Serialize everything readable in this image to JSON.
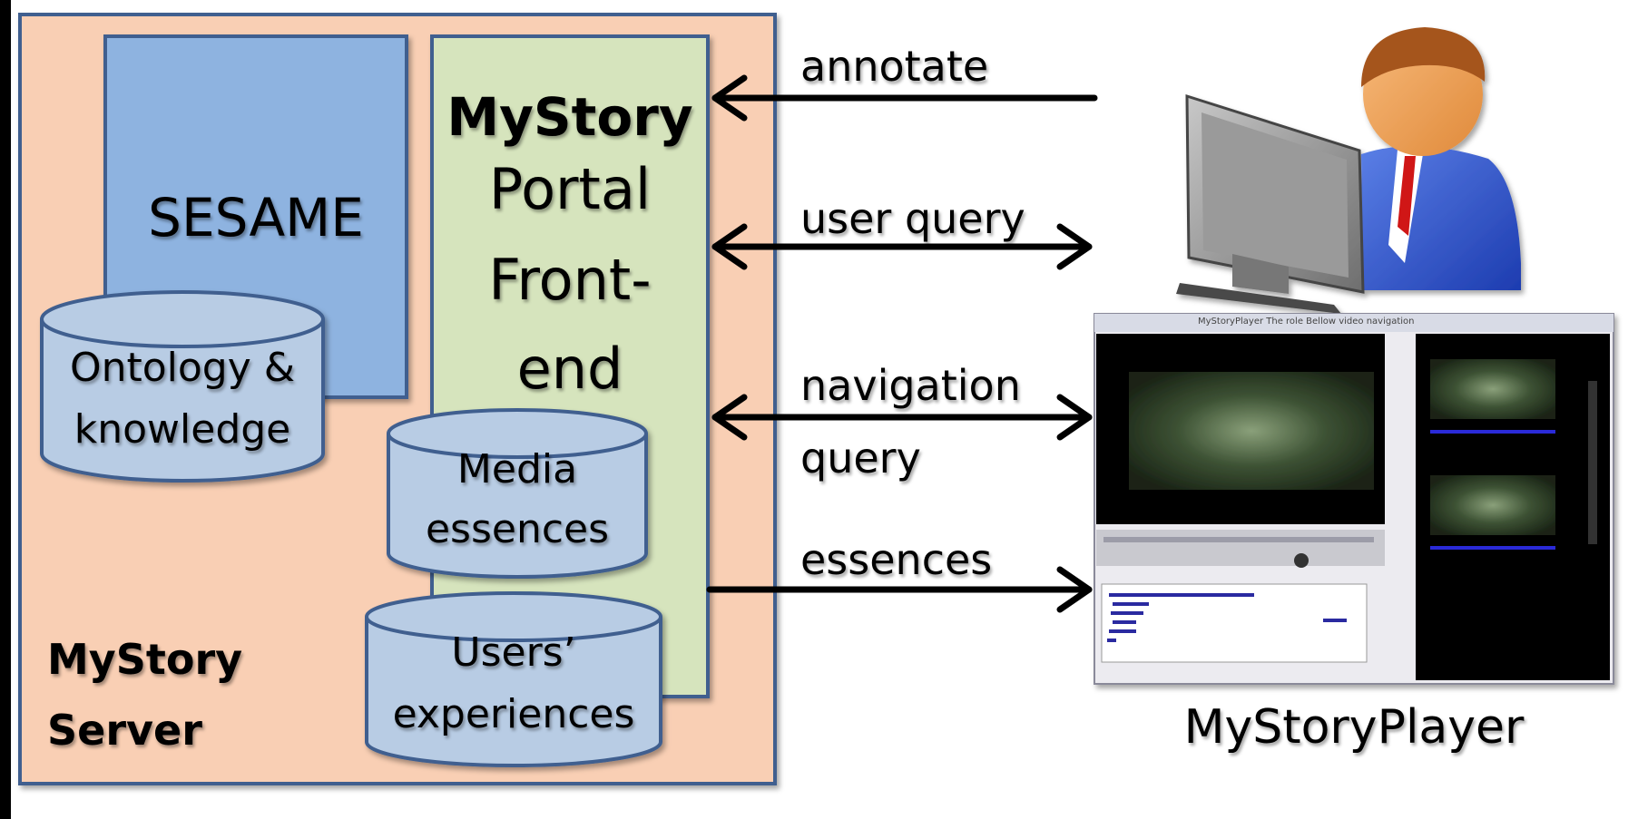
{
  "server": {
    "title_line1": "MyStory",
    "title_line2": "Server",
    "sesame": "SESAME",
    "portal": {
      "line1": "MyStory",
      "line2": "Portal",
      "line3": "Front-",
      "line4": "end"
    },
    "db_ontology": {
      "line1": "Ontology &",
      "line2": "knowledge"
    },
    "db_media": {
      "line1": "Media",
      "line2": "essences"
    },
    "db_users": {
      "line1": "Users’",
      "line2": "experiences"
    }
  },
  "arrows": {
    "annotate": "annotate",
    "user_query": "user query",
    "navigation_line1": "navigation",
    "navigation_line2": "query",
    "essences": "essences"
  },
  "player": {
    "caption": "MyStoryPlayer",
    "titlebar": "MyStoryPlayer  The role Bellow video navigation"
  },
  "colors": {
    "server_bg": "#f9cfb4",
    "sesame_bg": "#8eb3e0",
    "portal_bg": "#d6e4bd",
    "db_fill": "#b8cce4",
    "border": "#3f5f8f"
  }
}
